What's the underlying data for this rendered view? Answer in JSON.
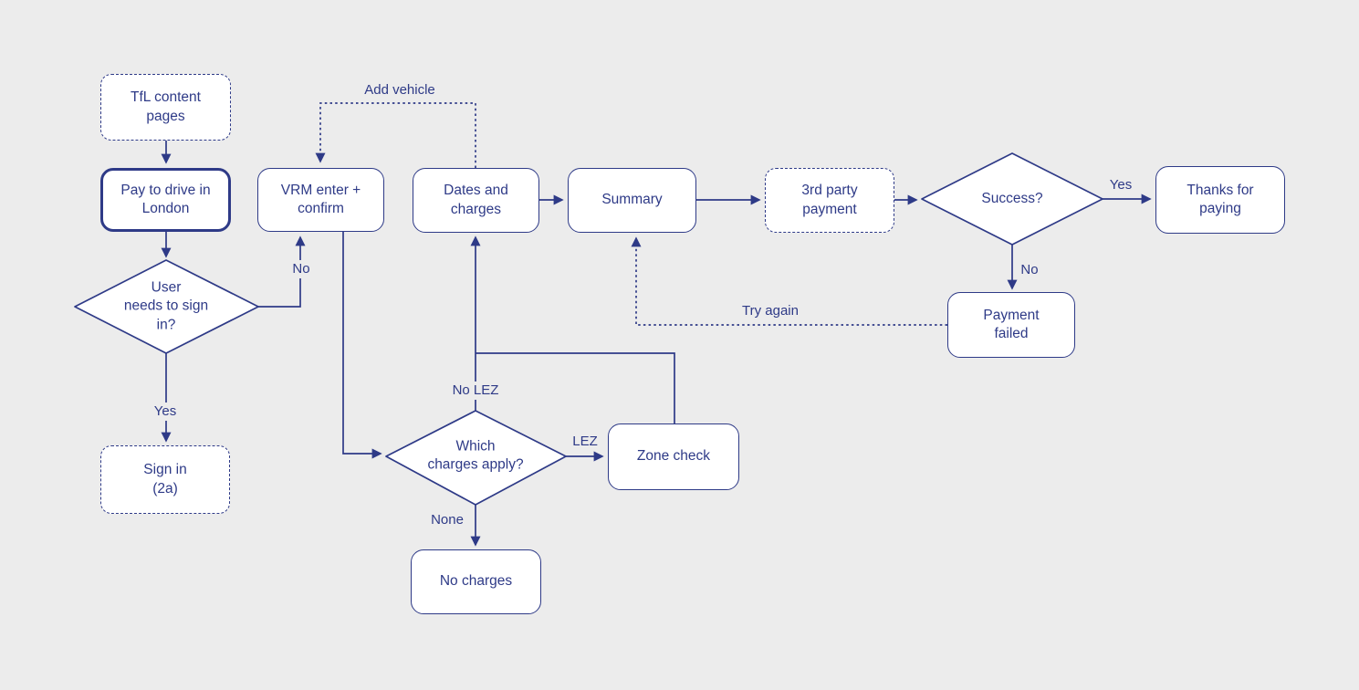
{
  "meta": {
    "title": "TfL pay-to-drive user flow diagram",
    "ink_color": "#2e3a87",
    "background_color": "#ececec",
    "node_fill_color": "#ffffff"
  },
  "nodes": {
    "tfl_content": {
      "label": "TfL content\npages",
      "style": "dashed"
    },
    "pay_to_drive": {
      "label": "Pay to drive in\nLondon",
      "style": "thick"
    },
    "sign_in_q": {
      "label": "User\nneeds to sign\nin?",
      "style": "diamond"
    },
    "vrm": {
      "label": "VRM enter +\nconfirm",
      "style": "solid"
    },
    "dates": {
      "label": "Dates and\ncharges",
      "style": "solid"
    },
    "summary": {
      "label": "Summary",
      "style": "solid"
    },
    "third_party": {
      "label": "3rd party\npayment",
      "style": "dashed"
    },
    "success_q": {
      "label": "Success?",
      "style": "diamond"
    },
    "thanks": {
      "label": "Thanks for\npaying",
      "style": "solid"
    },
    "payment_failed": {
      "label": "Payment\nfailed",
      "style": "solid"
    },
    "which_charges_q": {
      "label": "Which\ncharges apply?",
      "style": "diamond"
    },
    "zone_check": {
      "label": "Zone check",
      "style": "solid"
    },
    "no_charges": {
      "label": "No charges",
      "style": "solid"
    },
    "sign_in": {
      "label": "Sign in\n(2a)",
      "style": "dashed"
    }
  },
  "edge_labels": {
    "add_vehicle": "Add vehicle",
    "no_signin": "No",
    "yes_signin": "Yes",
    "no_lez": "No LEZ",
    "lez": "LEZ",
    "none": "None",
    "yes_success": "Yes",
    "no_success": "No",
    "try_again": "Try again"
  }
}
